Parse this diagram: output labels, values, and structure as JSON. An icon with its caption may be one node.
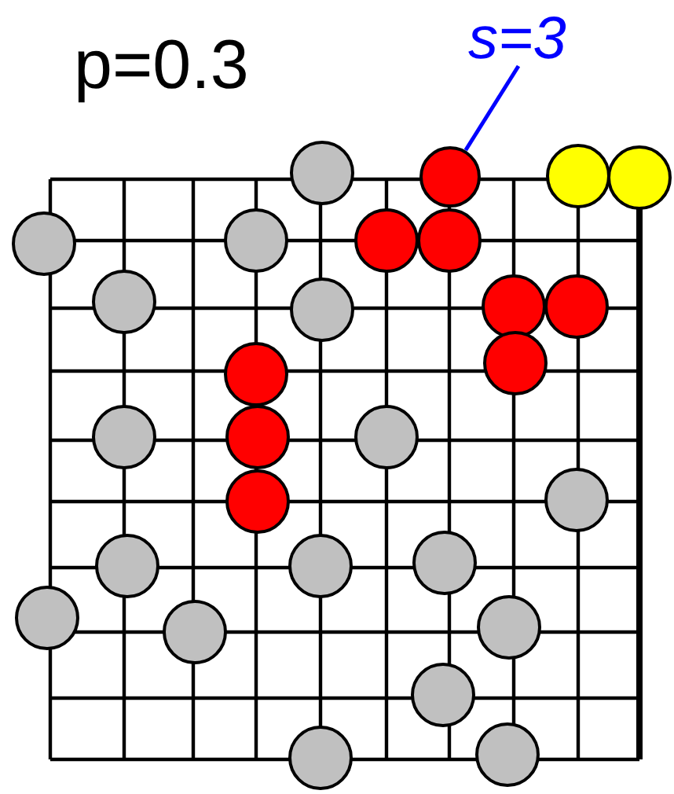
{
  "diagram": {
    "title": "p=0.3",
    "nodes": [
      {
        "text": [
          "s=3"
        ]
      },
      {
        "text": [],
        "shape": "circle"
      }
    ],
    "edges": [
      {
        "from": 0,
        "to": 1,
        "arrow": "none",
        "color": "#0000ff"
      }
    ]
  }
}
